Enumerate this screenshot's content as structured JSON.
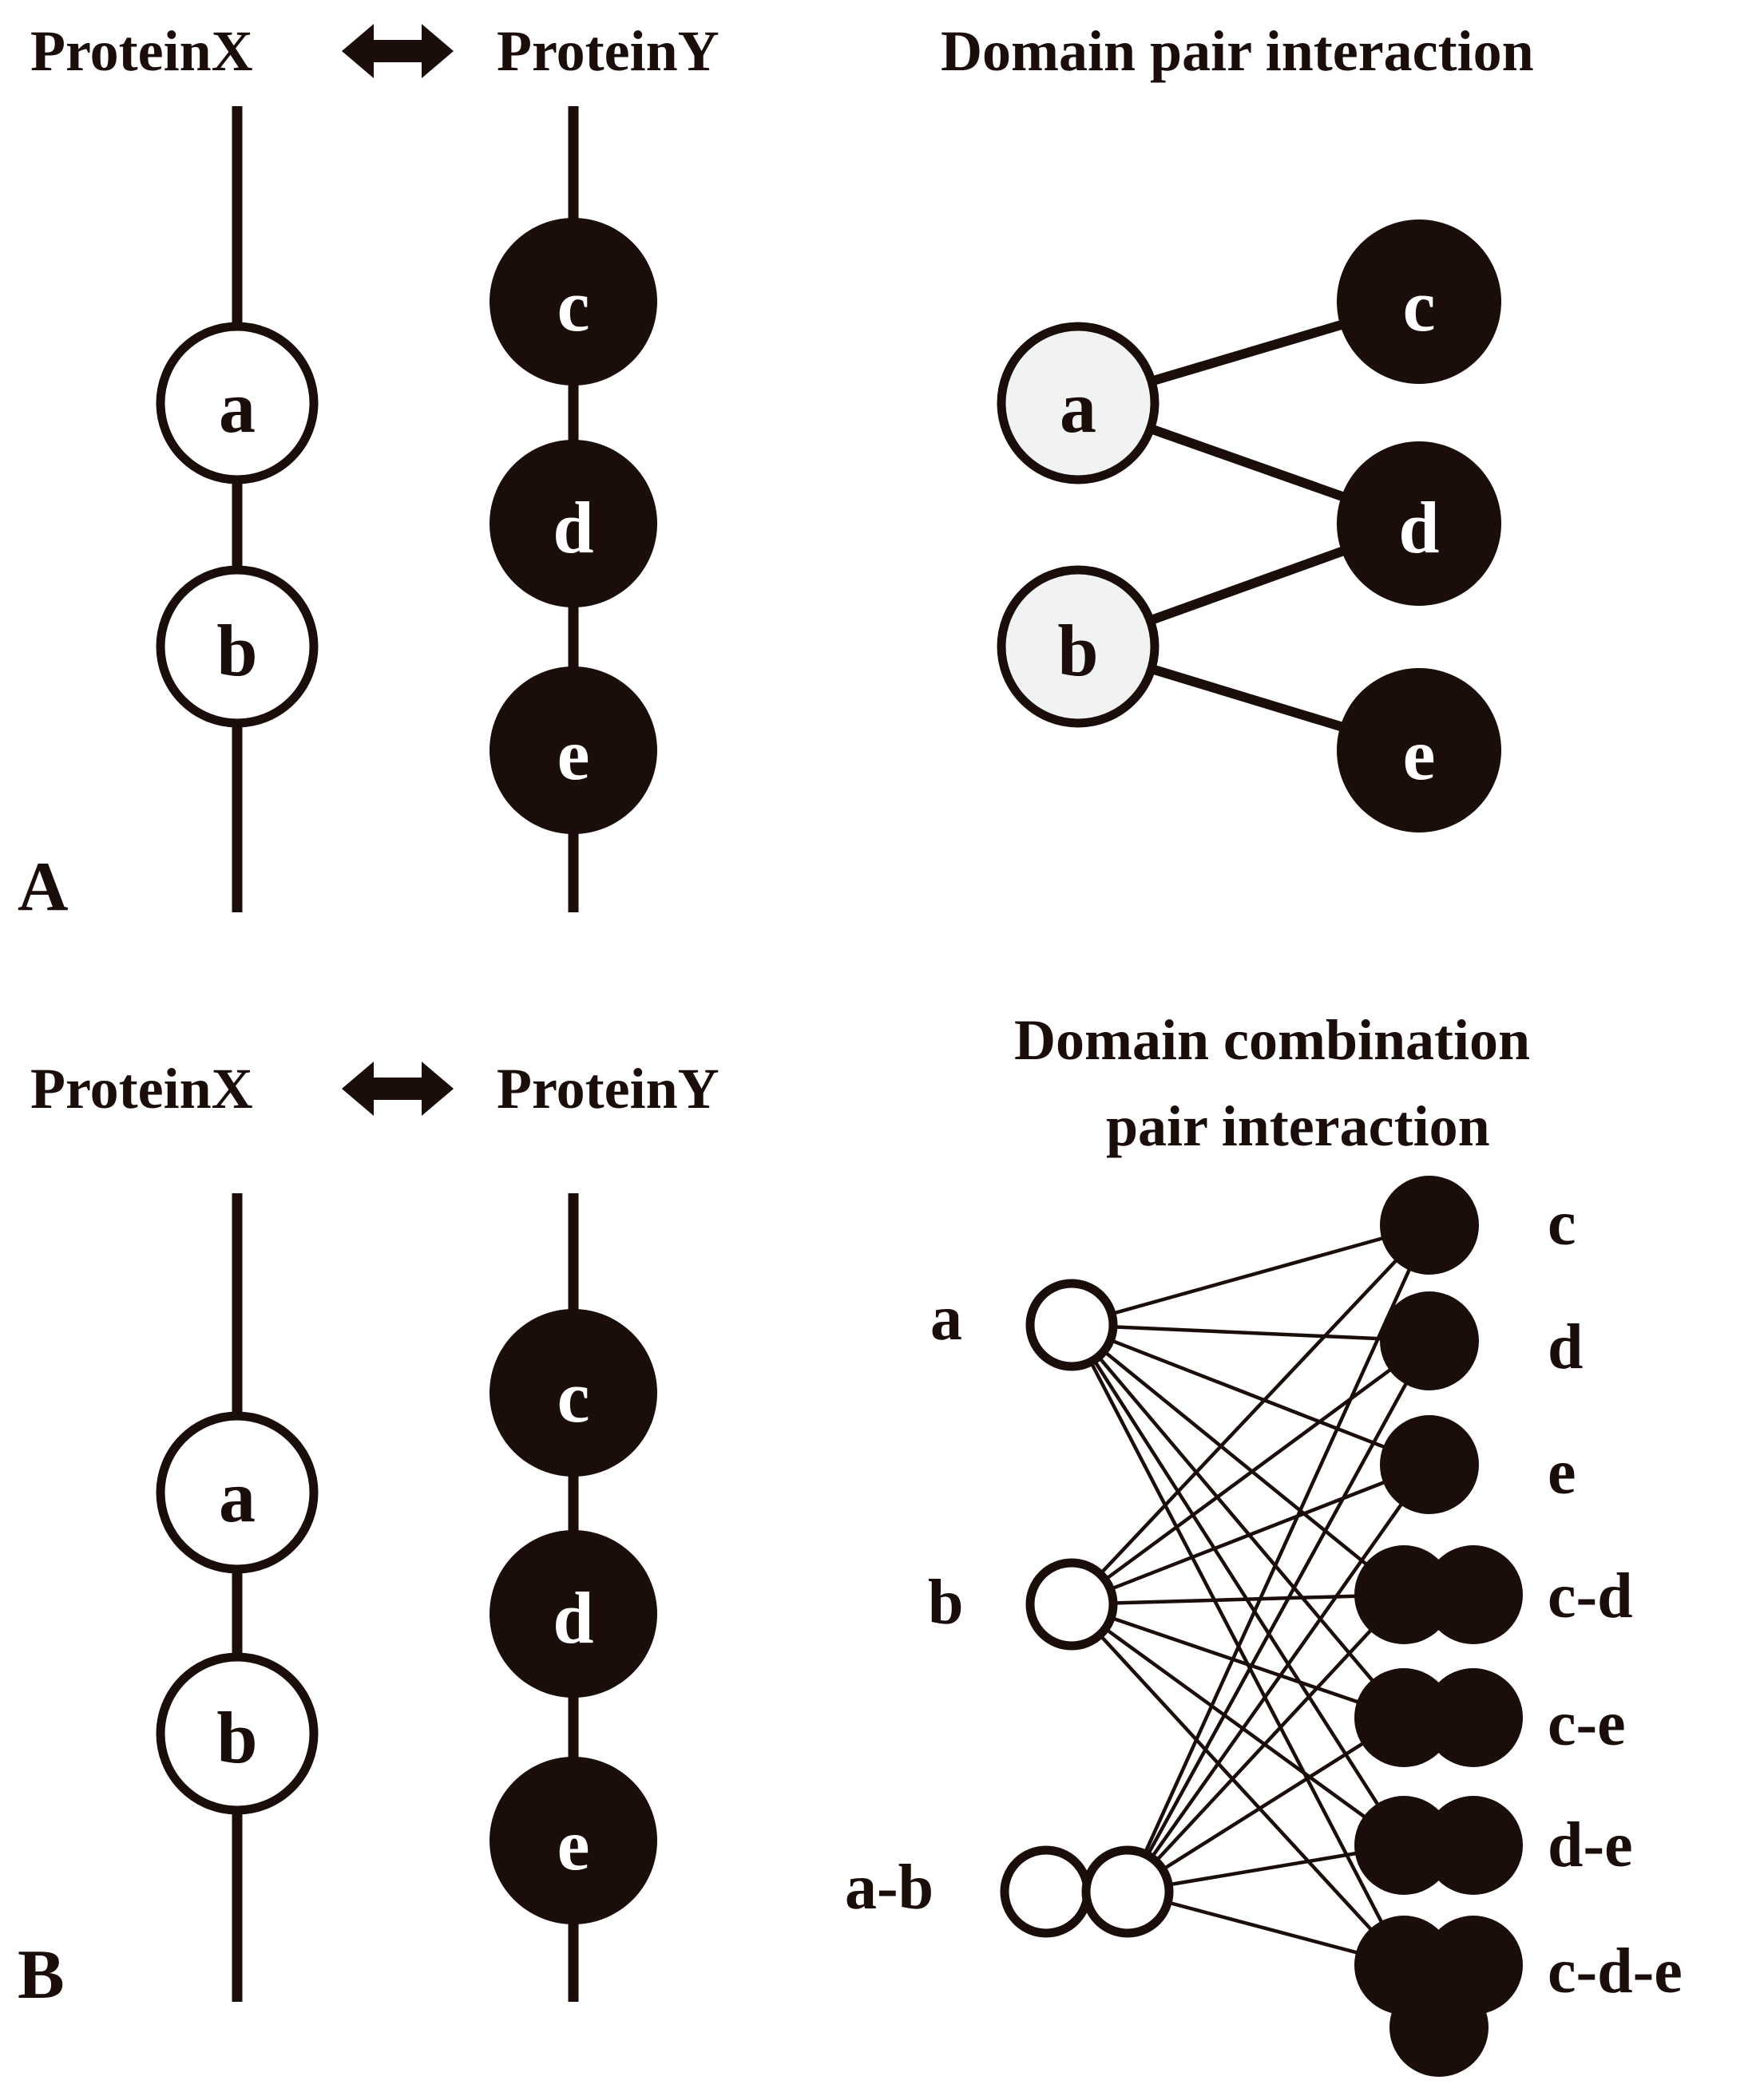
{
  "panel_a": {
    "letter": "A",
    "protein_x_label": "ProteinX",
    "protein_y_label": "ProteinY",
    "title": "Domain pair interaction",
    "protein_x_domains": [
      "a",
      "b"
    ],
    "protein_y_domains": [
      "c",
      "d",
      "e"
    ],
    "graph_left_nodes": [
      "a",
      "b"
    ],
    "graph_right_nodes": [
      "c",
      "d",
      "e"
    ],
    "edges": [
      [
        "a",
        "c"
      ],
      [
        "a",
        "d"
      ],
      [
        "b",
        "d"
      ],
      [
        "b",
        "e"
      ]
    ]
  },
  "panel_b": {
    "letter": "B",
    "protein_x_label": "ProteinX",
    "protein_y_label": "ProteinY",
    "title_line1": "Domain combination",
    "title_line2": "pair interaction",
    "protein_x_domains": [
      "a",
      "b"
    ],
    "protein_y_domains": [
      "c",
      "d",
      "e"
    ],
    "left_combinations": [
      "a",
      "b",
      "a-b"
    ],
    "right_combinations": [
      "c",
      "d",
      "e",
      "c-d",
      "c-e",
      "d-e",
      "c-d-e"
    ]
  },
  "colors": {
    "ink": "#1a0d0a",
    "open_fill": "#ffffff",
    "graph_open_fill": "#f1f3f3"
  }
}
